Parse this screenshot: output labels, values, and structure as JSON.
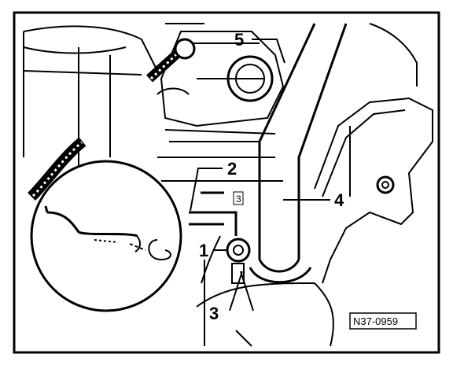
{
  "callouts": [
    {
      "label": "1"
    },
    {
      "label": "2"
    },
    {
      "label": "3"
    },
    {
      "label": "4"
    },
    {
      "label": "5"
    }
  ],
  "figure_code": "N37-0959",
  "small_mark": "3",
  "colors": {
    "ink": "#000000",
    "paper": "#ffffff"
  }
}
